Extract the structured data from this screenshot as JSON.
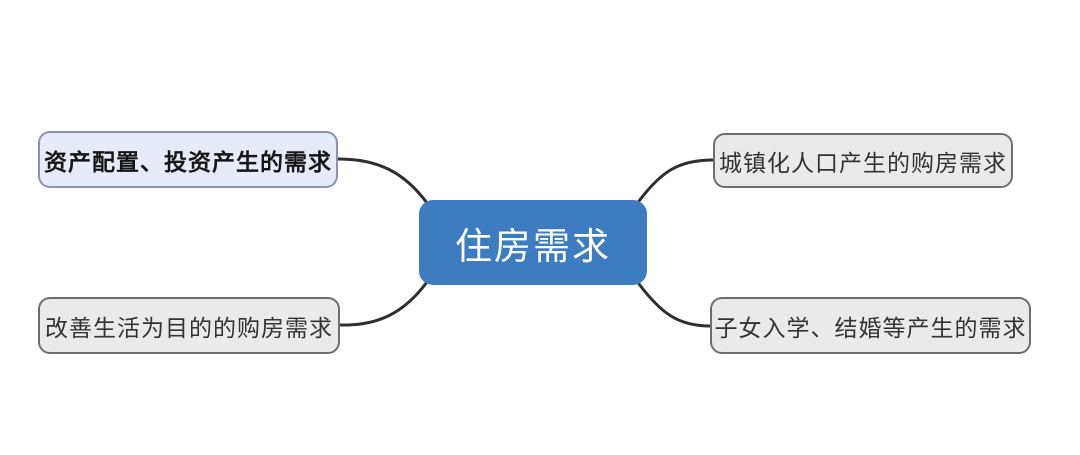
{
  "diagram": {
    "type": "mindmap",
    "background_color": "#ffffff",
    "connector_color": "#2F2F2F",
    "root": {
      "label": "住房需求",
      "fill": "#3D7CBE",
      "text_color": "#FFFFFF"
    },
    "branches": [
      {
        "label": "资产配置、投资产生的需求",
        "position": "top-left",
        "fill": "#E7EAF7",
        "border_color": "#8A93AC",
        "text_color": "#161616",
        "bold": true
      },
      {
        "label": "城镇化人口产生的购房需求",
        "position": "top-right",
        "fill": "#EAEAEA",
        "border_color": "#6E6E6E",
        "text_color": "#333333",
        "bold": false
      },
      {
        "label": "改善生活为目的的购房需求",
        "position": "bottom-left",
        "fill": "#EAEAEA",
        "border_color": "#6E6E6E",
        "text_color": "#333333",
        "bold": false
      },
      {
        "label": "子女入学、结婚等产生的需求",
        "position": "bottom-right",
        "fill": "#EAEAEA",
        "border_color": "#6E6E6E",
        "text_color": "#333333",
        "bold": false
      }
    ]
  }
}
